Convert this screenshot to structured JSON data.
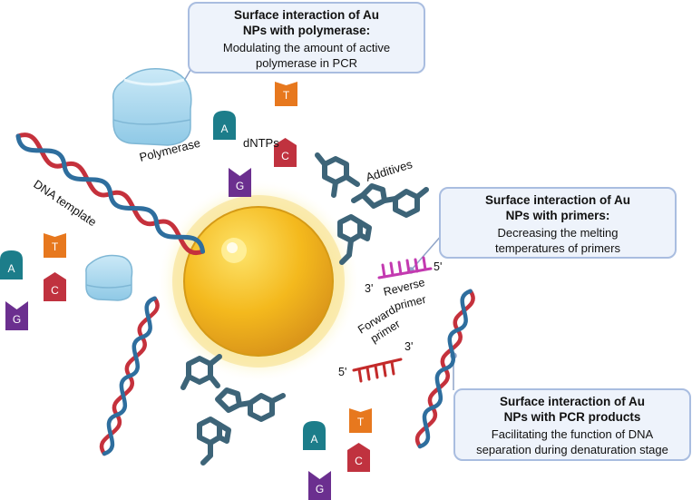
{
  "callouts": {
    "polymerase": {
      "title_line1": "Surface interaction of Au",
      "title_line2": "NPs with polymerase:",
      "body_line1": "Modulating the amount of active",
      "body_line2": "polymerase in PCR"
    },
    "primers": {
      "title_line1": "Surface interaction of Au",
      "title_line2": "NPs with primers:",
      "body_line1": "Decreasing the melting",
      "body_line2": "temperatures of primers"
    },
    "products": {
      "title_line1": "Surface interaction of Au",
      "title_line2": "NPs with PCR products",
      "body_line1": "Facilitating the function of DNA",
      "body_line2": "separation during denaturation stage"
    }
  },
  "labels": {
    "polymerase": "Polymerase",
    "dntps": "dNTPs",
    "additives": "Additives",
    "dna_template": "DNA template",
    "reverse_primer_line1": "Reverse",
    "reverse_primer_line2": "primer",
    "forward_primer_line1": "Forward",
    "forward_primer_line2": "primer",
    "three_prime": "3'",
    "five_prime": "5'"
  },
  "nucleotides": {
    "A": "A",
    "T": "T",
    "C": "C",
    "G": "G"
  },
  "colors": {
    "A": "#1c7d8a",
    "T": "#e7781e",
    "C": "#c0323f",
    "G": "#6b2f8f",
    "dna_red": "#c5313c",
    "dna_blue": "#2e6e9e",
    "dna_rung": "#e89aa1",
    "gold": "#f2b81c",
    "glow": "#fbf0a4",
    "callout_fill": "#eef3fb",
    "callout_border": "#a9bde0",
    "molecule": "#3d6478",
    "primer_red": "#c32a2a",
    "primer_magenta": "#c33ab0",
    "polymerase": "#a9d8ee"
  }
}
